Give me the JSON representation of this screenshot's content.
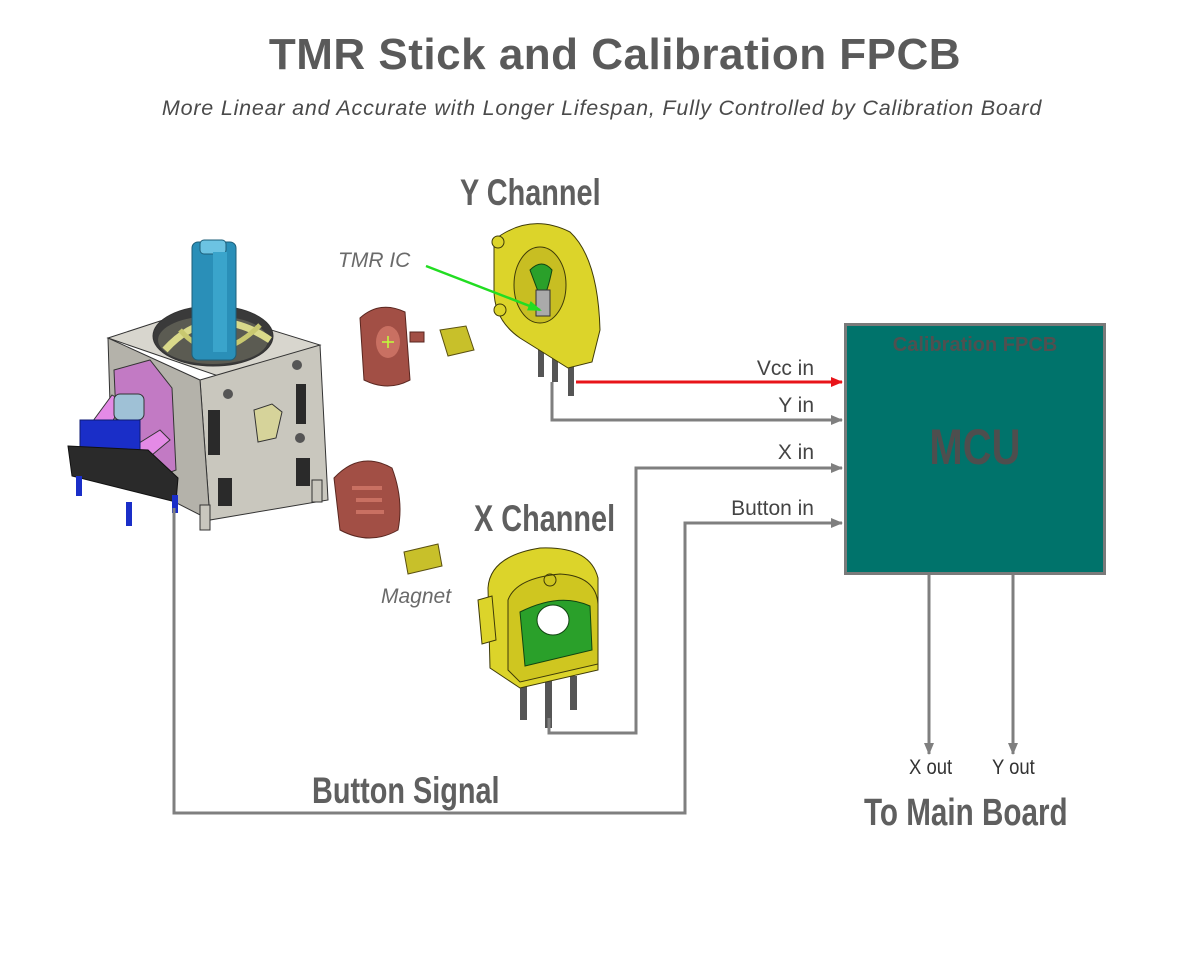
{
  "header": {
    "title": "TMR Stick and Calibration FPCB",
    "subtitle": "More Linear and Accurate with Longer Lifespan, Fully Controlled by Calibration Board"
  },
  "components": {
    "y_channel_label": "Y Channel",
    "x_channel_label": "X Channel",
    "tmr_ic_label": "TMR IC",
    "magnet_label": "Magnet",
    "button_signal_label": "Button Signal"
  },
  "mcu": {
    "board_label": "Calibration FPCB",
    "chip_label": "MCU",
    "fill_color": "#00736b",
    "inputs": [
      "Vcc in",
      "Y in",
      "X in",
      "Button in"
    ],
    "outputs": [
      "X out",
      "Y out"
    ]
  },
  "footer": {
    "destination": "To Main Board"
  },
  "colors": {
    "vcc_wire": "#e8141a",
    "signal_wire": "#7f7f7f",
    "tmr_pointer": "#22dd22",
    "text_gray": "#5f5f5f"
  }
}
